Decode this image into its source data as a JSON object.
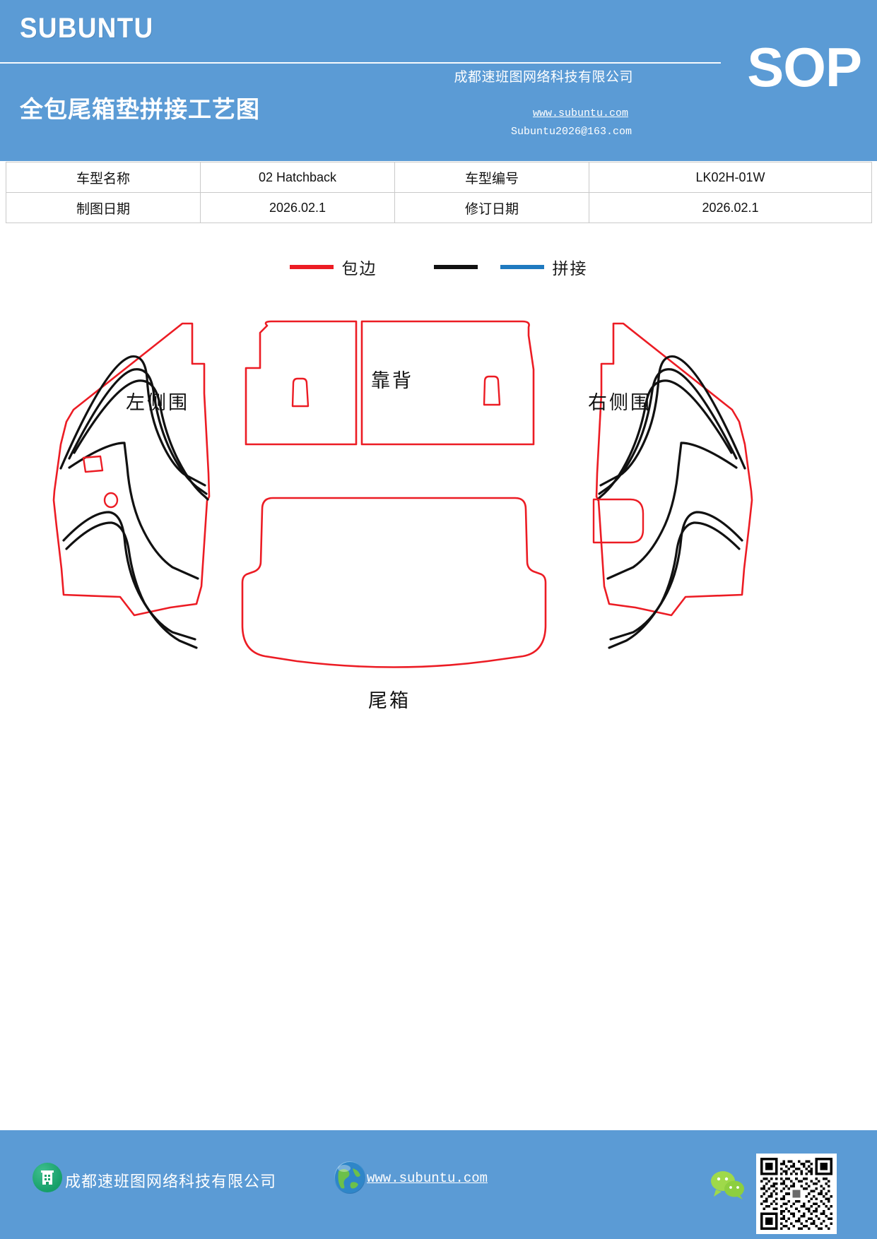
{
  "header": {
    "brand": "SUBUNTU",
    "badge": "SOP",
    "doc_title": "全包尾箱垫拼接工艺图",
    "company": "成都速班图网络科技有限公司",
    "website": "www.subuntu.com",
    "email": "Subuntu2026@163.com",
    "bg_color": "#5b9bd5"
  },
  "info_table": {
    "rows": [
      {
        "label1": "车型名称",
        "value1": "02 Hatchback",
        "label2": "车型编号",
        "value2": "LK02H-01W"
      },
      {
        "label1": "制图日期",
        "value1": "2026.02.1",
        "label2": "修订日期",
        "value2": "2026.02.1"
      }
    ]
  },
  "legend": {
    "items": [
      {
        "label": "包边",
        "colors": [
          "#ec1c24"
        ]
      },
      {
        "label": "拼接",
        "colors": [
          "#111111",
          "#1f7ac0"
        ]
      }
    ]
  },
  "diagram": {
    "parts": [
      {
        "id": "left-side",
        "label": "左侧围"
      },
      {
        "id": "backrest",
        "label": "靠背"
      },
      {
        "id": "right-side",
        "label": "右侧围"
      },
      {
        "id": "trunk",
        "label": "尾箱"
      }
    ],
    "edge_color": "#ec1c24",
    "seam_color": "#111111"
  },
  "footer": {
    "company": "成都速班图网络科技有限公司",
    "website": "www.subuntu.com",
    "bg_color": "#5b9bd5"
  }
}
